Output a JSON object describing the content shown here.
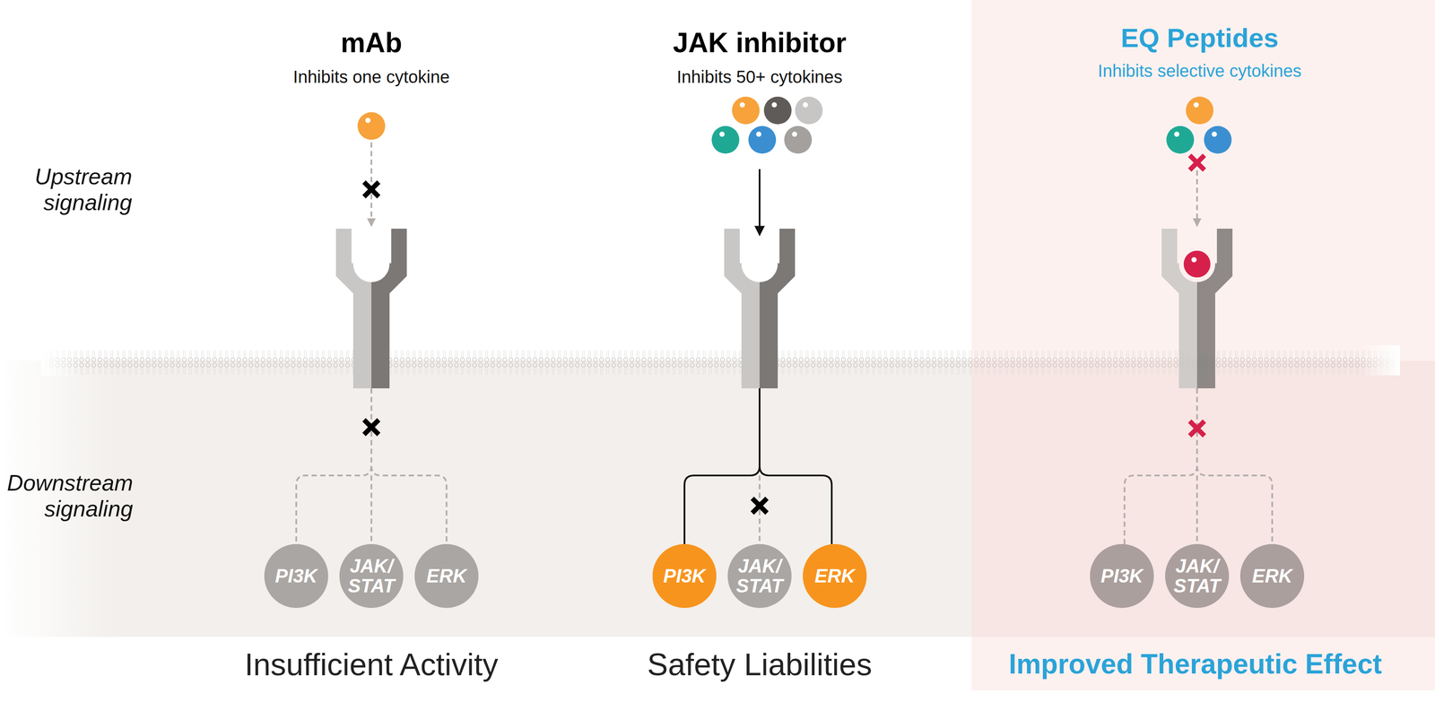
{
  "diagram": {
    "nodes": [
      {
        "text": [
          "PI3K"
        ]
      },
      {
        "text": [
          "JAK/ STAT"
        ]
      },
      {
        "text": [
          "ERK"
        ]
      },
      {
        "text": [
          "PI3K"
        ]
      },
      {
        "text": [
          "JAK/ STAT"
        ]
      },
      {
        "text": [
          "ERK"
        ]
      },
      {
        "text": [
          "PI3K"
        ]
      },
      {
        "text": [
          "JAK/ STAT"
        ]
      },
      {
        "text": [
          "ERK"
        ]
      }
    ],
    "labels": [
      "mAb",
      "Inhibits one cytokine",
      "JAK inhibitor",
      "Inhibits 50+ cytokines",
      "EQ Peptides",
      "Inhibits selective cytokines",
      "Upstream signaling",
      "Downstream signaling",
      "Insufficient Activity",
      "Safety Liabilities",
      "Improved Therapeutic Effect"
    ]
  }
}
